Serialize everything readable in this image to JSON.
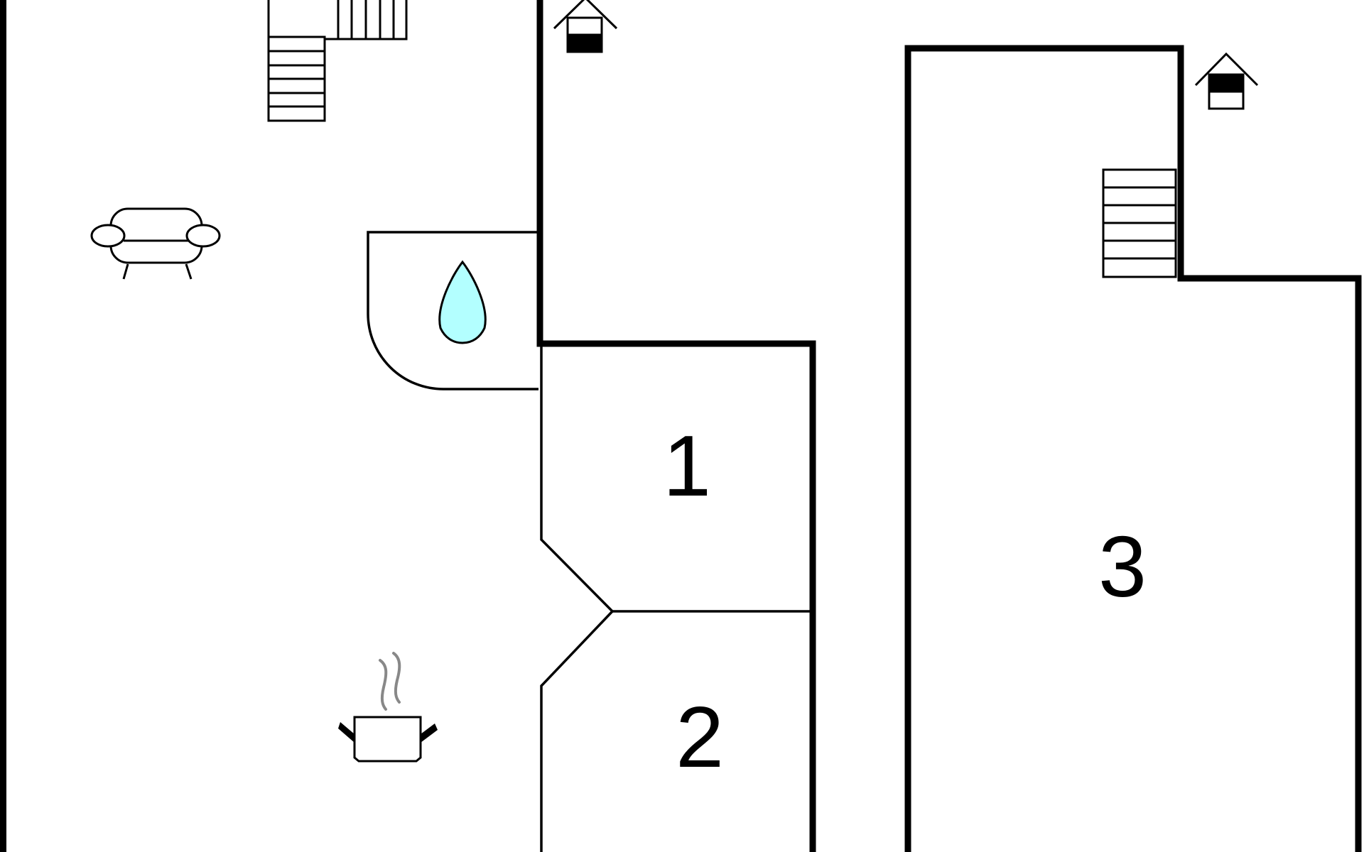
{
  "plan": {
    "rooms": [
      {
        "number": "1"
      },
      {
        "number": "2"
      },
      {
        "number": "3"
      }
    ],
    "icons": {
      "sofa": "sofa-icon",
      "water_drop": "water-drop-icon",
      "cooking_pot": "cooking-pot-icon",
      "house_markers": [
        "house-marker-icon",
        "house-marker-icon"
      ],
      "staircases": [
        "staircase-icon",
        "staircase-icon"
      ]
    },
    "colors": {
      "walls": "#000000",
      "water_fill": "#B3FFFF",
      "steam": "#888888",
      "background": "#FFFFFF"
    }
  }
}
